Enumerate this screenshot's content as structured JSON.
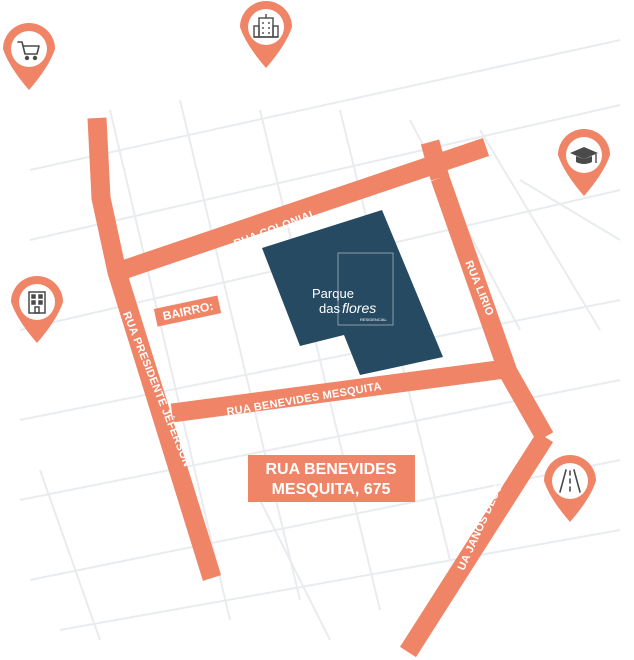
{
  "colors": {
    "street": "#ef8466",
    "pin": "#ef8466",
    "pin_circle": "#ffffff",
    "icon": "#4a4a4a",
    "block": "#274a63",
    "grid": "#e9ecef",
    "label_text": "#ffffff"
  },
  "streets": {
    "colonial": "RUA COLONIAL",
    "presidente_jeferson": "RUA PRESIDENTE JÉFERSON",
    "benevides_mesquita": "RUA BENEVIDES MESQUITA",
    "lirio": "RUA LIRIO",
    "janos_dessewffy": "RUA JANOS DESSEWFFY"
  },
  "labels": {
    "bairro": "BAIRRO:",
    "address_line1": "RUA BENEVIDES",
    "address_line2": "MESQUITA, 675"
  },
  "logo": {
    "line1": "Parque",
    "line2a": "das",
    "line2b": "flores",
    "line3": "RESIDENCIAL"
  },
  "pins": [
    {
      "name": "shopping-cart-pin",
      "icon": "shopping-cart-icon"
    },
    {
      "name": "building-pin-top",
      "icon": "building-icon"
    },
    {
      "name": "education-pin",
      "icon": "graduation-cap-icon"
    },
    {
      "name": "office-pin",
      "icon": "office-building-icon"
    },
    {
      "name": "highway-pin",
      "icon": "highway-icon"
    }
  ]
}
